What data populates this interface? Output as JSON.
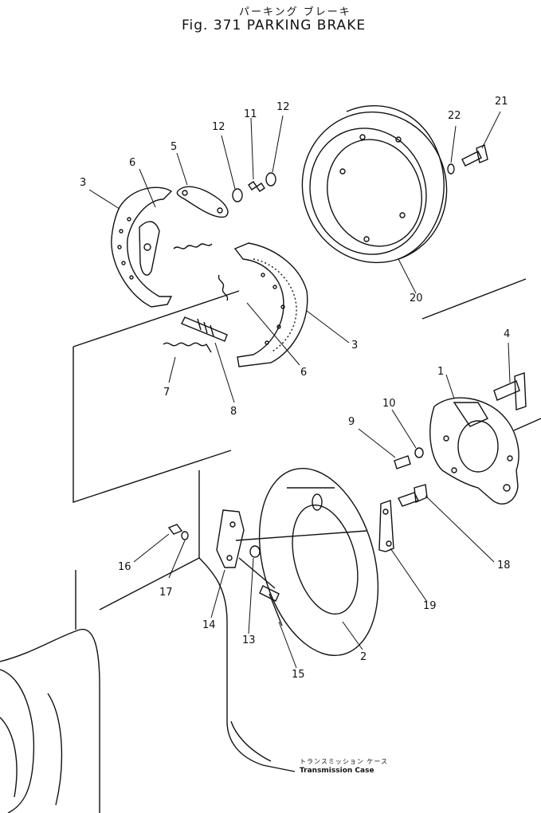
{
  "figure": {
    "title_jp": "パーキング ブレーキ",
    "title_en": "Fig. 371 PARKING BRAKE"
  },
  "callouts": [
    "1",
    "2",
    "3",
    "3",
    "4",
    "5",
    "6",
    "6",
    "7",
    "8",
    "9",
    "10",
    "11",
    "12",
    "12",
    "13",
    "14",
    "15",
    "16",
    "17",
    "18",
    "19",
    "20",
    "21",
    "22"
  ],
  "case_label": {
    "jp": "トランスミッション ケース",
    "en": "Transmission Case"
  },
  "colors": {
    "line": "#111111",
    "background": "#ffffff"
  }
}
